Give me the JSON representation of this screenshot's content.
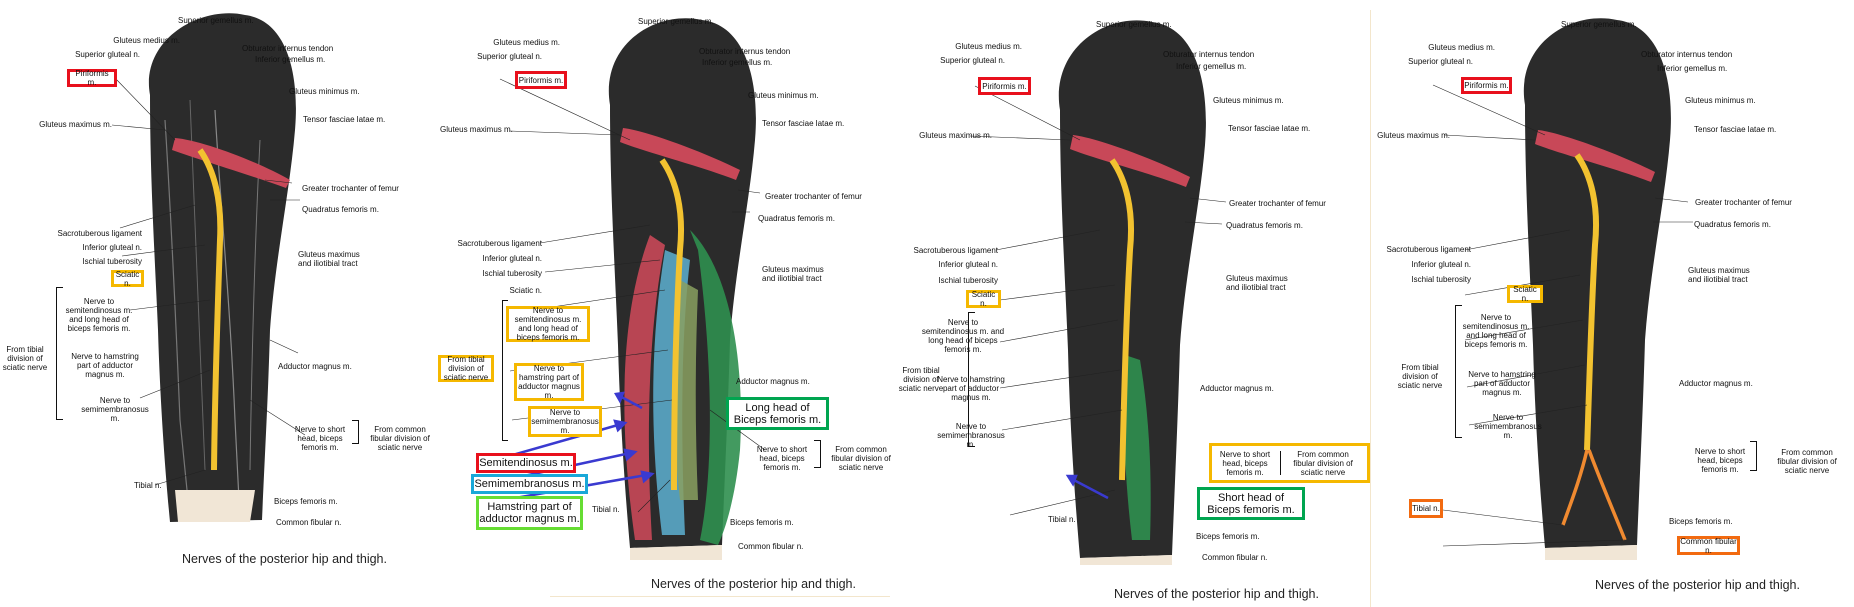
{
  "caption": "Nerves of the posterior hip and thigh.",
  "labels": {
    "superior_gemellus": "Superior gemellus m.",
    "gluteus_medius": "Gluteus medius m.",
    "superior_gluteal": "Superior gluteal n.",
    "obturator_internus": "Obturator internus tendon",
    "inferior_gemellus": "Inferior gemellus m.",
    "piriformis": "Piriformis m.",
    "gluteus_minimus": "Gluteus minimus m.",
    "gluteus_maximus": "Gluteus maximus m.",
    "tensor_fasciae": "Tensor fasciae latae m.",
    "greater_trochanter": "Greater trochanter of femur",
    "quadratus_femoris": "Quadratus femoris m.",
    "sacrotuberous": "Sacrotuberous ligament",
    "inferior_gluteal": "Inferior gluteal n.",
    "ischial_tuberosity": "Ischial tuberosity",
    "gluteus_max_itb": "Gluteus maximus and iliotibial tract",
    "sciatic": "Sciatic n.",
    "nerve_semitend": "Nerve to semitendinosus m. and long head of biceps femoris m.",
    "nerve_hamstring": "Nerve to hamstring part of adductor magnus m.",
    "nerve_semimem": "Nerve to semimembranosus m.",
    "tibial_division": "From tibial division of sciatic nerve",
    "adductor_magnus": "Adductor magnus m.",
    "nerve_short_head": "Nerve to short head, biceps femoris m.",
    "common_fibular_division": "From common fibular division of sciatic nerve",
    "tibial": "Tibial n.",
    "biceps_femoris": "Biceps femoris m.",
    "common_fibular": "Common fibular n."
  },
  "callouts": {
    "semitendinosus": "Semitendinosus m.",
    "semimembranosus": "Semimembranosus m.",
    "hamstring_adductor": "Hamstring part of adductor magnus m.",
    "long_head_biceps": "Long head of Biceps femoris m.",
    "short_head_biceps": "Short head of Biceps femoris m."
  },
  "colors": {
    "red_box": "#e8101c",
    "yellow_box": "#f5b800",
    "orange_box": "#f26a10",
    "blue_box": "#19a8d8",
    "green_box": "#00a550",
    "lightgreen_box": "#66dd33",
    "arrow_blue": "#3a3ad0",
    "nerve_yellow": "#f2c230",
    "muscle_red": "#c84858",
    "muscle_blue": "#5aa8c8",
    "muscle_green": "#2f8f4f",
    "nerve_orange": "#f08a30"
  }
}
